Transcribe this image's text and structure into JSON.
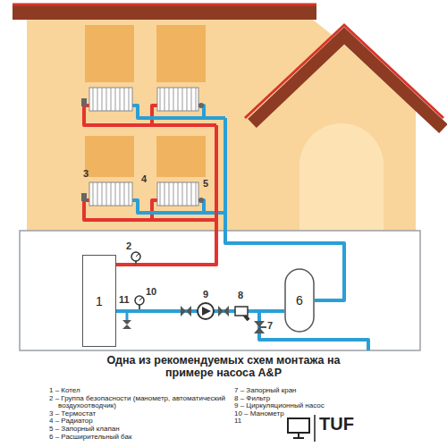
{
  "diagram": {
    "title": "Одна из рекомендуемых схем монтажа на примере насоса A&P",
    "nodes": [
      {
        "text": [
          "1"
        ]
      },
      {
        "text": [
          "6"
        ]
      }
    ],
    "edges": [
      {
        "from": 1,
        "to": 0,
        "arrow": "none"
      }
    ],
    "labels": [
      "3",
      "4",
      "5",
      "2",
      "9",
      "8",
      "10",
      "11",
      "7",
      "1 – Котел",
      "2 – Группа безопасности (манометр, автоматический воздухоотводчик)",
      "3 – Термостат",
      "4 – Радиатор",
      "5 – Запорный клапан",
      "6 – Расширительный бак",
      "7 – Запорный кран",
      "8 – Фильтр",
      "9 – Циркуляционный насос",
      "10 – Манометр",
      "11",
      "TUF"
    ]
  }
}
